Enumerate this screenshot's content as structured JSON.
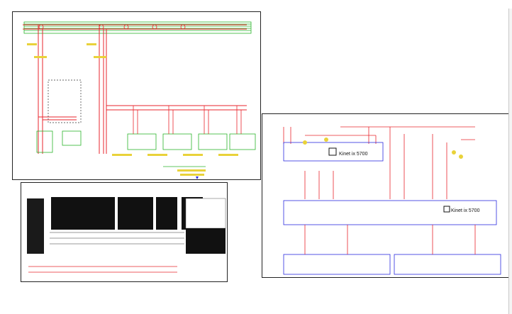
{
  "drawings": [
    {
      "id": "distribution-schematic",
      "labels": []
    },
    {
      "id": "terminal-rail",
      "labels": []
    },
    {
      "id": "kinet-wiring",
      "controllers": [
        {
          "name": "Kinet ix 5700"
        },
        {
          "name": "Kinet ix 5700"
        }
      ]
    }
  ],
  "colors": {
    "wire_red": "#e8262d",
    "wire_green": "#2bb52b",
    "wire_blue": "#2b2be0",
    "text_yellow": "#e9d23a",
    "module_black": "#111111"
  }
}
